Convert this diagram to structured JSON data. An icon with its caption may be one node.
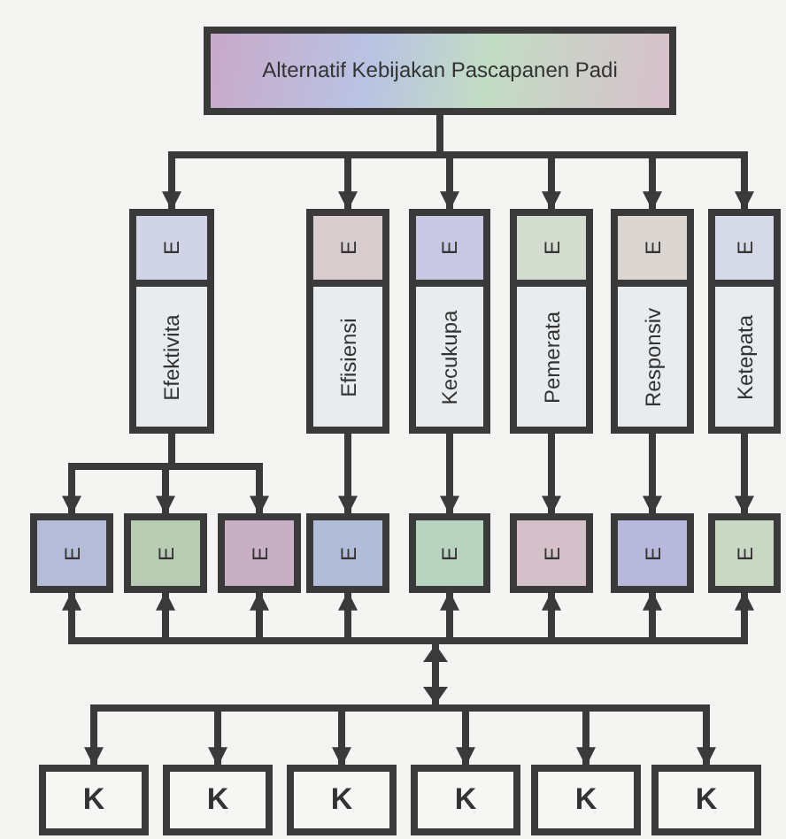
{
  "diagram": {
    "nodes": [
      {
        "text": [
          "Alternatif Kebijakan Pascapanen Padi"
        ]
      },
      {
        "text": [
          "E",
          "Efektivita"
        ]
      },
      {
        "text": [
          "E",
          "Efisiensi"
        ]
      },
      {
        "text": [
          "E",
          "Kecukupa"
        ]
      },
      {
        "text": [
          "E",
          "Pemerata"
        ]
      },
      {
        "text": [
          "E",
          "Responsiv"
        ]
      },
      {
        "text": [
          "E",
          "Ketepata"
        ]
      },
      {
        "text": [
          "E"
        ]
      },
      {
        "text": [
          "E"
        ]
      },
      {
        "text": [
          "E"
        ]
      },
      {
        "text": [
          "E"
        ]
      },
      {
        "text": [
          "E"
        ]
      },
      {
        "text": [
          "E"
        ]
      },
      {
        "text": [
          "E"
        ]
      },
      {
        "text": [
          "E"
        ]
      },
      {
        "text": [
          "K"
        ]
      },
      {
        "text": [
          "K"
        ]
      },
      {
        "text": [
          "K"
        ]
      },
      {
        "text": [
          "K"
        ]
      },
      {
        "text": [
          "K"
        ]
      },
      {
        "text": [
          "K"
        ]
      }
    ],
    "edges": [
      {
        "from": 0,
        "to": 1,
        "arrow": "to"
      },
      {
        "from": 0,
        "to": 2,
        "arrow": "to"
      },
      {
        "from": 0,
        "to": 3,
        "arrow": "to"
      },
      {
        "from": 0,
        "to": 4,
        "arrow": "to"
      },
      {
        "from": 0,
        "to": 5,
        "arrow": "to"
      },
      {
        "from": 0,
        "to": 6,
        "arrow": "to"
      },
      {
        "from": 1,
        "to": 7,
        "arrow": "to"
      },
      {
        "from": 1,
        "to": 8,
        "arrow": "to"
      },
      {
        "from": 1,
        "to": 9,
        "arrow": "to"
      },
      {
        "from": 2,
        "to": 10,
        "arrow": "to"
      },
      {
        "from": 3,
        "to": 11,
        "arrow": "to"
      },
      {
        "from": 4,
        "to": 12,
        "arrow": "to"
      },
      {
        "from": 5,
        "to": 13,
        "arrow": "to"
      },
      {
        "from": 6,
        "to": 14,
        "arrow": "to"
      },
      {
        "from": 15,
        "to": 7,
        "arrow": "both"
      },
      {
        "from": 15,
        "to": 8,
        "arrow": "both"
      },
      {
        "from": 15,
        "to": 9,
        "arrow": "both"
      },
      {
        "from": 15,
        "to": 10,
        "arrow": "both"
      },
      {
        "from": 15,
        "to": 11,
        "arrow": "both"
      },
      {
        "from": 15,
        "to": 12,
        "arrow": "both"
      },
      {
        "from": 15,
        "to": 13,
        "arrow": "both"
      },
      {
        "from": 15,
        "to": 14,
        "arrow": "both"
      },
      {
        "from": 16,
        "to": 7,
        "arrow": "both"
      },
      {
        "from": 16,
        "to": 8,
        "arrow": "both"
      },
      {
        "from": 16,
        "to": 9,
        "arrow": "both"
      },
      {
        "from": 16,
        "to": 10,
        "arrow": "both"
      },
      {
        "from": 16,
        "to": 11,
        "arrow": "both"
      },
      {
        "from": 16,
        "to": 12,
        "arrow": "both"
      },
      {
        "from": 16,
        "to": 13,
        "arrow": "both"
      },
      {
        "from": 16,
        "to": 14,
        "arrow": "both"
      },
      {
        "from": 17,
        "to": 7,
        "arrow": "both"
      },
      {
        "from": 17,
        "to": 8,
        "arrow": "both"
      },
      {
        "from": 17,
        "to": 9,
        "arrow": "both"
      },
      {
        "from": 17,
        "to": 10,
        "arrow": "both"
      },
      {
        "from": 17,
        "to": 11,
        "arrow": "both"
      },
      {
        "from": 17,
        "to": 12,
        "arrow": "both"
      },
      {
        "from": 17,
        "to": 13,
        "arrow": "both"
      },
      {
        "from": 17,
        "to": 14,
        "arrow": "both"
      },
      {
        "from": 18,
        "to": 7,
        "arrow": "both"
      },
      {
        "from": 18,
        "to": 8,
        "arrow": "both"
      },
      {
        "from": 18,
        "to": 9,
        "arrow": "both"
      },
      {
        "from": 18,
        "to": 10,
        "arrow": "both"
      },
      {
        "from": 18,
        "to": 11,
        "arrow": "both"
      },
      {
        "from": 18,
        "to": 12,
        "arrow": "both"
      },
      {
        "from": 18,
        "to": 13,
        "arrow": "both"
      },
      {
        "from": 18,
        "to": 14,
        "arrow": "both"
      },
      {
        "from": 19,
        "to": 7,
        "arrow": "both"
      },
      {
        "from": 19,
        "to": 8,
        "arrow": "both"
      },
      {
        "from": 19,
        "to": 9,
        "arrow": "both"
      },
      {
        "from": 19,
        "to": 10,
        "arrow": "both"
      },
      {
        "from": 19,
        "to": 11,
        "arrow": "both"
      },
      {
        "from": 19,
        "to": 12,
        "arrow": "both"
      },
      {
        "from": 19,
        "to": 13,
        "arrow": "both"
      },
      {
        "from": 19,
        "to": 14,
        "arrow": "both"
      },
      {
        "from": 20,
        "to": 7,
        "arrow": "both"
      },
      {
        "from": 20,
        "to": 8,
        "arrow": "both"
      },
      {
        "from": 20,
        "to": 9,
        "arrow": "both"
      },
      {
        "from": 20,
        "to": 10,
        "arrow": "both"
      },
      {
        "from": 20,
        "to": 11,
        "arrow": "both"
      },
      {
        "from": 20,
        "to": 12,
        "arrow": "both"
      },
      {
        "from": 20,
        "to": 13,
        "arrow": "both"
      },
      {
        "from": 20,
        "to": 14,
        "arrow": "both"
      }
    ]
  }
}
